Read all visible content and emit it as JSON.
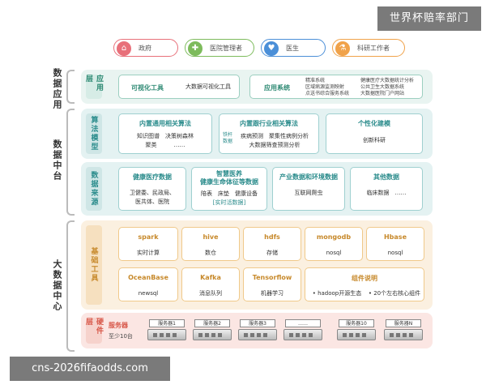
{
  "watermarks": {
    "top": "世界杯赔率部门",
    "bottom": "cns-2026fifaodds.com"
  },
  "users": [
    {
      "label": "政府",
      "icon": "government-icon",
      "color": "#e8707a"
    },
    {
      "label": "医院管理者",
      "icon": "hospital-manager-icon",
      "color": "#7dbb5c"
    },
    {
      "label": "医生",
      "icon": "doctor-icon",
      "color": "#4b8fd8"
    },
    {
      "label": "科研工作者",
      "icon": "researcher-icon",
      "color": "#f0a24a"
    }
  ],
  "side_labels": {
    "app": "数据应用",
    "middle": "数据中台",
    "center": "大数据中心"
  },
  "layers": {
    "app": "应用层",
    "algo": "算法模型",
    "source": "数据来源",
    "tools": "基础工具",
    "hardware": "硬件层"
  },
  "app_layer": {
    "viz_title": "可视化工具",
    "viz_desc": "大数据可视化工具",
    "sys_title": "应用系统",
    "sys_items": [
      "精准系统",
      "区域病源监测映射",
      "点送书综合服务系统",
      "健康医疗大数据统计分析",
      "公共卫生大数据系统",
      "大数据医院门户网站"
    ]
  },
  "algo_layer": [
    {
      "title": "内置通用相关算法",
      "lines": [
        "知识图谱　决策树森林",
        "聚类　　　……"
      ]
    },
    {
      "title": "内置跟行业相关算法",
      "lines": [
        "疾病预测　聚集性病例分析",
        "大数据筛查预测分析"
      ],
      "tag": "铁杆数据"
    },
    {
      "title": "个性化建模",
      "lines": [
        "创新科研"
      ]
    }
  ],
  "source_layer": [
    {
      "title": "健康医疗数据",
      "lines": [
        "卫健委、民政局、",
        "医共体、医院"
      ]
    },
    {
      "title": "智慧医养\n健康生命体征等数据",
      "lines": [
        "陪表　床垫　健康设备",
        "[实时活数据]"
      ]
    },
    {
      "title": "产业数据和环境数据",
      "lines": [
        "互联网爬虫"
      ]
    },
    {
      "title": "其他数据",
      "lines": [
        "临床数据　……"
      ]
    }
  ],
  "tools_layer": {
    "row1": [
      {
        "title": "spark",
        "desc": "实时计算"
      },
      {
        "title": "hive",
        "desc": "数仓"
      },
      {
        "title": "hdfs",
        "desc": "存储"
      },
      {
        "title": "mongodb",
        "desc": "nosql"
      },
      {
        "title": "Hbase",
        "desc": "nosql"
      }
    ],
    "row2": [
      {
        "title": "OceanBase",
        "desc": "newsql"
      },
      {
        "title": "Kafka",
        "desc": "消息队列"
      },
      {
        "title": "Tensorflow",
        "desc": "机器学习"
      }
    ],
    "note_title": "组件说明",
    "note_items": [
      "• hadoop开源生态",
      "• 20个左右核心组件"
    ]
  },
  "hardware_layer": {
    "title": "服务器",
    "subtitle": "至少10台",
    "servers": [
      "服务器1",
      "服务器2",
      "服务器3",
      "……",
      "服务器10",
      "服务器N"
    ]
  },
  "colors": {
    "app_band": "#e9f4f1",
    "app_head": "#d6ece6",
    "app_text": "#2f8a74",
    "algo_band": "#e4f2f2",
    "algo_head": "#cfe6e6",
    "algo_text": "#2b8c8c",
    "tools_band": "#fbf0e0",
    "tools_head": "#f6e0bf",
    "tools_text": "#c7892b",
    "hw_band": "#fbe6e3",
    "hw_text": "#d8594b"
  }
}
